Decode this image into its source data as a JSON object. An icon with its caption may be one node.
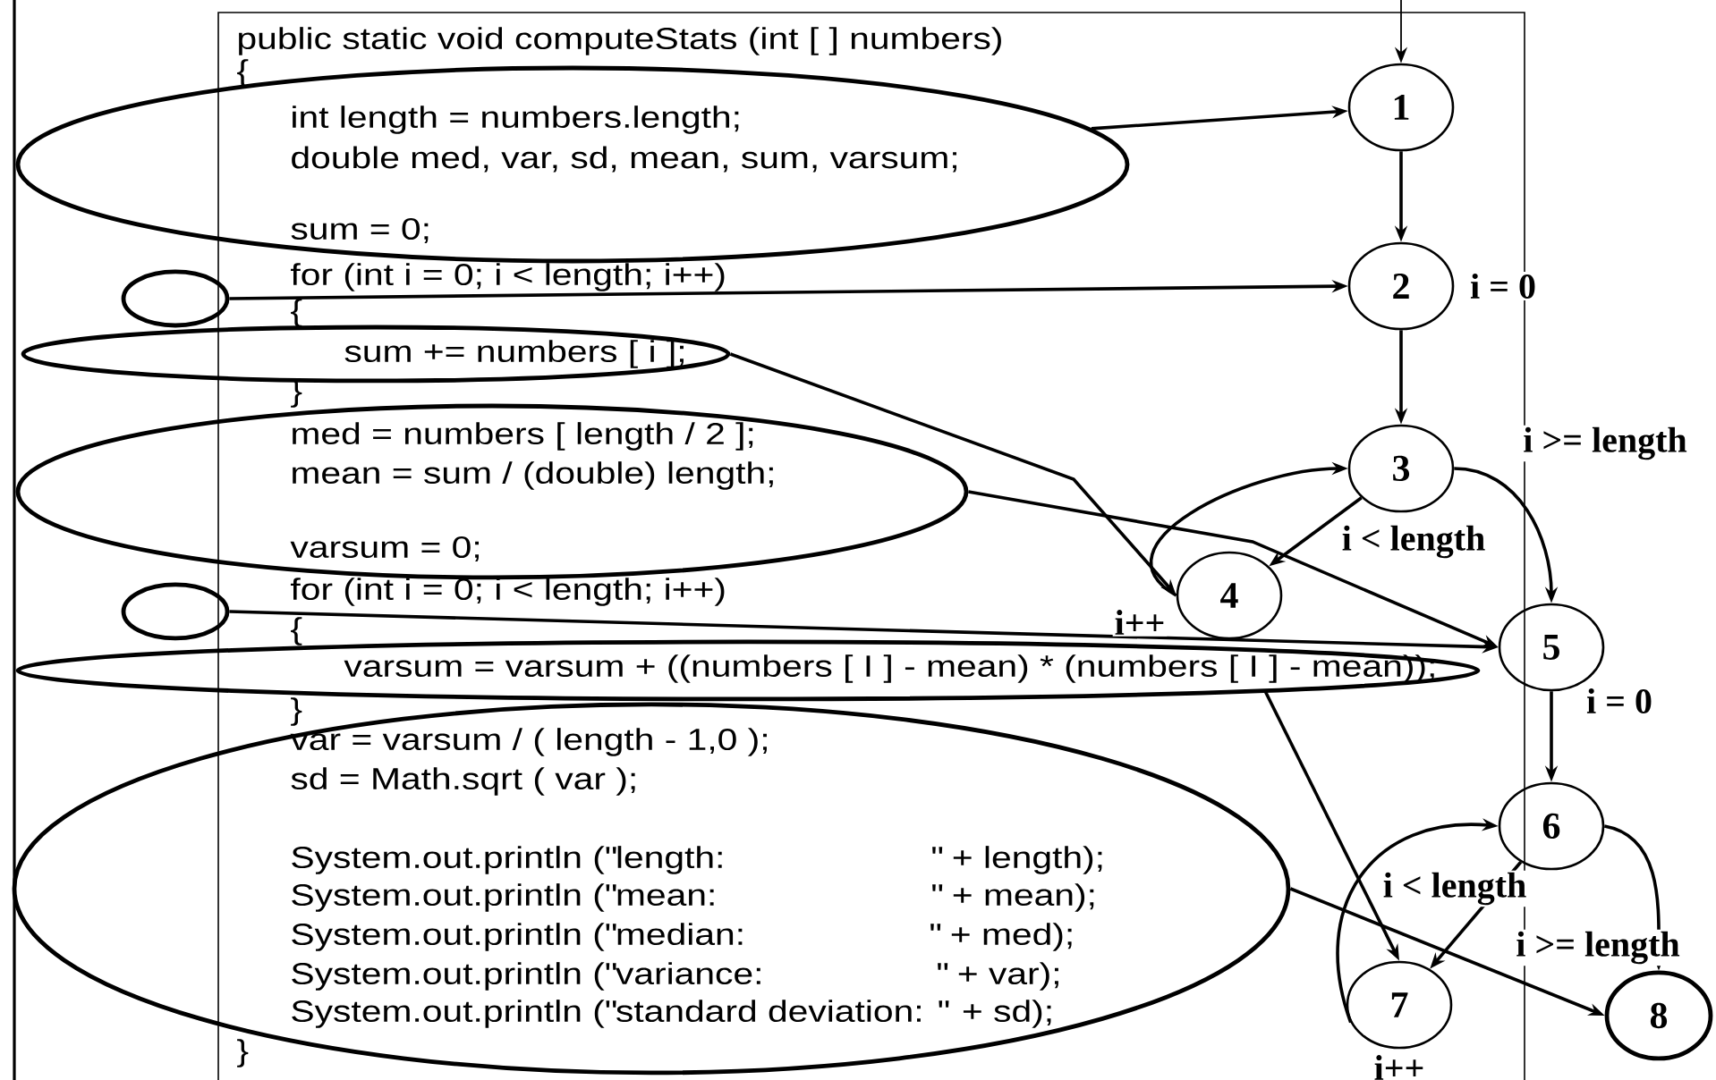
{
  "diagram": {
    "nodes": [
      {
        "text": [
          "int length = numbers.length;",
          "double med, var, sd, mean, sum, varsum;",
          "sum = 0;"
        ]
      },
      {
        "text": [],
        "shape": "ellipse"
      },
      {
        "text": [
          "sum += numbers [ i ];"
        ]
      },
      {
        "text": [
          "med = numbers [ length / 2 ];",
          "mean = sum / (double) length;",
          "varsum = 0;"
        ]
      },
      {
        "text": [],
        "shape": "ellipse"
      },
      {
        "text": [
          "varsum = varsum + ((numbers [ I ] - mean) * (numbers [ I ] - mean));"
        ]
      },
      {
        "text": [
          "var = varsum / ( length - 1,0 );",
          "sd = Math.sqrt ( var );",
          "System.out.println (\"length:",
          "\" + length);",
          "System.out.println (\"mean:",
          "\" + mean);",
          "System.out.println (\"median:",
          "\" + med);",
          "System.out.println (\"variance:",
          "\" + var);",
          "System.out.println (\"standard deviation: \" + sd);"
        ]
      },
      {
        "text": [
          "1"
        ]
      },
      {
        "text": [
          "2"
        ],
        "beside": [
          "i = 0"
        ]
      },
      {
        "text": [
          "3"
        ]
      },
      {
        "text": [
          "4"
        ]
      },
      {
        "text": [
          "5"
        ]
      },
      {
        "text": [
          "6"
        ]
      },
      {
        "text": [
          "7"
        ]
      },
      {
        "text": [
          "8"
        ]
      }
    ],
    "edges": [
      {
        "from": null,
        "to": 7,
        "arrow": "to"
      },
      {
        "from": 0,
        "to": 7,
        "arrow": "to"
      },
      {
        "from": 7,
        "to": 8,
        "arrow": "to"
      },
      {
        "from": 1,
        "to": 8,
        "arrow": "to"
      },
      {
        "from": 8,
        "to": 9,
        "arrow": "to"
      },
      {
        "from": 9,
        "to": 10,
        "arrow": "to",
        "label": "i < length"
      },
      {
        "from": 10,
        "to": 9,
        "arrow": "to",
        "label": "i++"
      },
      {
        "from": 9,
        "to": 11,
        "arrow": "to",
        "label": "i >= length"
      },
      {
        "from": 2,
        "to": 10,
        "arrow": "to"
      },
      {
        "from": 3,
        "to": 11,
        "arrow": "to"
      },
      {
        "from": 4,
        "to": 11,
        "arrow": "to"
      },
      {
        "from": 11,
        "to": 12,
        "arrow": "to",
        "label": "i = 0"
      },
      {
        "from": 12,
        "to": 13,
        "arrow": "to",
        "label": "i < length"
      },
      {
        "from": 13,
        "to": 12,
        "arrow": "to",
        "label": "i++"
      },
      {
        "from": 12,
        "to": 14,
        "arrow": "to",
        "label": "i >= length"
      },
      {
        "from": 5,
        "to": 13,
        "arrow": "to"
      },
      {
        "from": 6,
        "to": 14,
        "arrow": "to"
      }
    ],
    "labels": [
      "public static void computeStats (int [ ] numbers)",
      "{",
      "for (int i = 0; i < length; i++)",
      "{",
      "}",
      "for (int i = 0; i < length; i++)",
      "{",
      "}",
      "}"
    ]
  }
}
